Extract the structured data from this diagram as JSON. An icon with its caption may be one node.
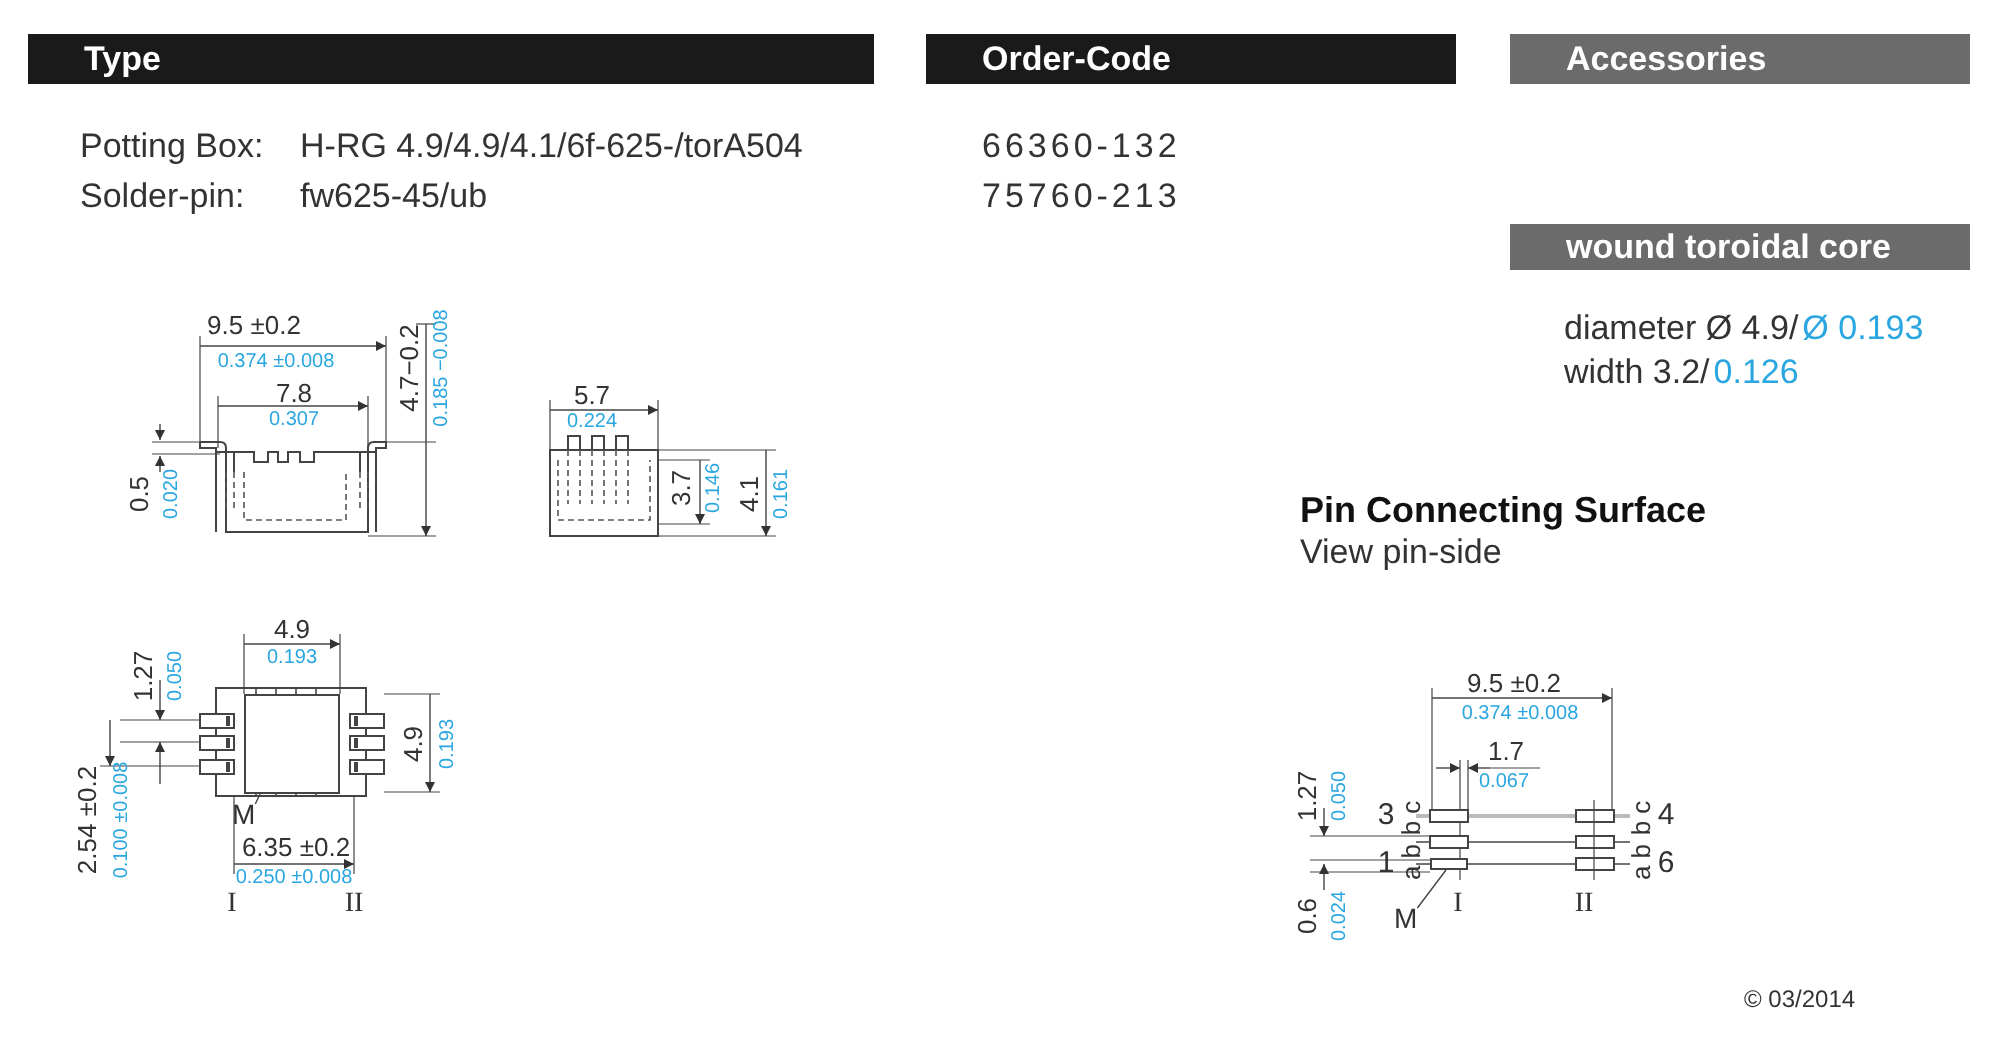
{
  "diagram": {
    "nodes": [
      {
        "text": [
          "Type"
        ]
      },
      {
        "text": [
          "Order-Code"
        ]
      },
      {
        "text": [
          "Accessories"
        ]
      },
      {
        "text": [
          "wound toroidal core"
        ]
      },
      {
        "text": [
          "M"
        ]
      },
      {
        "text": [],
        "shape": "box"
      },
      {
        "text": [
          "M"
        ]
      },
      {
        "text": [],
        "shape": "box"
      }
    ],
    "edges": [
      {
        "from": 4,
        "to": 5,
        "arrow": "none"
      },
      {
        "from": 6,
        "to": 7,
        "arrow": "none"
      }
    ],
    "labels": [
      "Potting Box:",
      "H-RG 4.9/4.9/4.1/6f-625-/torA504",
      "Solder-pin:",
      "fw625-45/ub",
      "66360-132",
      "75760-213",
      "diameter Ø 4.9/",
      "Ø 0.193",
      "width 3.2/",
      "0.126",
      "Pin Connecting Surface",
      "View pin-side",
      "9.5 ±0.2",
      "0.374 ±0.008",
      "7.8",
      "0.307",
      "4.7−0.2",
      "0.185 −0.008",
      "0.5",
      "0.020",
      "5.7",
      "0.224",
      "3.7",
      "0.146",
      "4.1",
      "0.161",
      "4.9",
      "0.193",
      "1.27",
      "0.050",
      "4.9",
      "0.193",
      "2.54 ±0.2",
      "0.100 ±0.008",
      "6.35 ±0.2",
      "0.250 ±0.008",
      "I",
      "II",
      "9.5 ±0.2",
      "0.374 ±0.008",
      "1.7",
      "0.067",
      "1.27",
      "0.050",
      "3",
      "b c",
      "a b",
      "1",
      "b c",
      "a b",
      "4",
      "6",
      "0.6",
      "0.024",
      "I",
      "II",
      "© 03/2014"
    ]
  }
}
